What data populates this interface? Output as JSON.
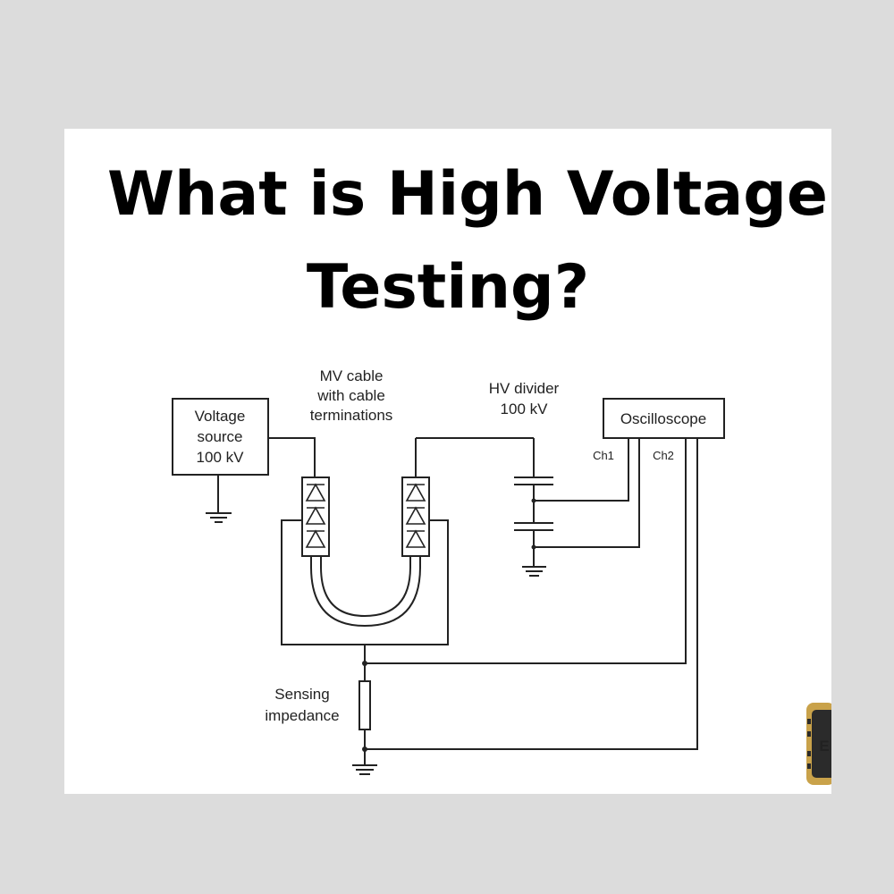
{
  "title": {
    "line1": "What is High Voltage",
    "line2": "Testing?"
  },
  "diagram": {
    "voltage_source": [
      "Voltage",
      "source",
      "100 kV"
    ],
    "mv_cable": [
      "MV cable",
      "with cable",
      "terminations"
    ],
    "hv_divider": [
      "HV divider",
      "100 kV"
    ],
    "oscilloscope": "Oscilloscope",
    "ch1": "Ch1",
    "ch2": "Ch2",
    "sensing_impedance": [
      "Sensing",
      "impedance"
    ]
  },
  "logo": {
    "letter": "E"
  },
  "colors": {
    "background": "#dcdcdc",
    "card": "#ffffff",
    "line": "#222222",
    "logo_gold": "#c9a24a",
    "logo_dark": "#2b2b2b"
  }
}
